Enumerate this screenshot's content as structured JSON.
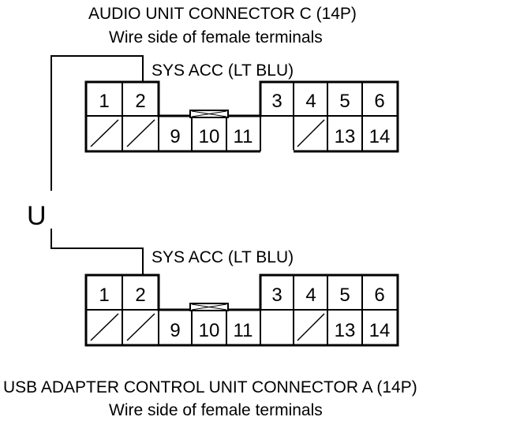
{
  "top_connector": {
    "title": "AUDIO UNIT CONNECTOR C (14P)",
    "subtitle": "Wire side of female terminals",
    "wire_label": "SYS ACC (LT BLU)",
    "top_pins": [
      "1",
      "2",
      "3",
      "4",
      "5",
      "6"
    ],
    "bottom_pins": [
      "9",
      "10",
      "11",
      "13",
      "14"
    ]
  },
  "bottom_connector": {
    "title": "USB ADAPTER CONTROL UNIT CONNECTOR A (14P)",
    "subtitle": "Wire side of female terminals",
    "wire_label": "SYS ACC (LT BLU)",
    "top_pins": [
      "1",
      "2",
      "3",
      "4",
      "5",
      "6"
    ],
    "bottom_pins": [
      "9",
      "10",
      "11",
      "13",
      "14"
    ]
  },
  "continuity_symbol": "U"
}
